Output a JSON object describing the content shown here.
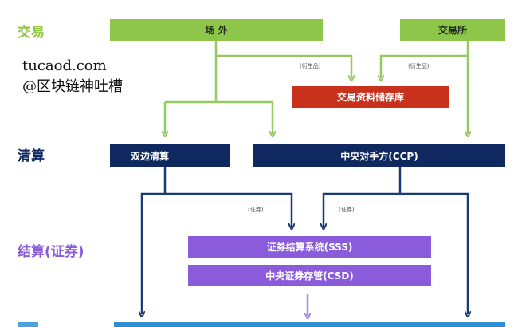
{
  "rows": {
    "trade": "交易",
    "clearing": "清算",
    "settlement": "结算(证券)"
  },
  "boxes": {
    "otc": "场 外",
    "exchange": "交易所",
    "repository": "交易资料储存库",
    "bilateral": "双边清算",
    "ccp": "中央对手方(CCP)",
    "sss": "证券结算系统(SSS)",
    "csd": "中央证券存管(CSD)"
  },
  "flow_labels": {
    "derivatives_left": "(衍生品)",
    "derivatives_right": "(衍生品)",
    "securities_left": "(证券)",
    "securities_right": "(证券)"
  },
  "watermark": {
    "site": "tucaod.com",
    "handle": "@区块链神吐槽"
  },
  "colors": {
    "green": "#8dc63f",
    "green_bar": "#8ec64a",
    "red": "#c8311c",
    "navy": "#0f2860",
    "purple": "#8a5cdc",
    "lavender": "#a88be0",
    "arrow_green": "#95c961",
    "arrow_navy": "#1a3a78",
    "blue": "#2e8fd6"
  }
}
